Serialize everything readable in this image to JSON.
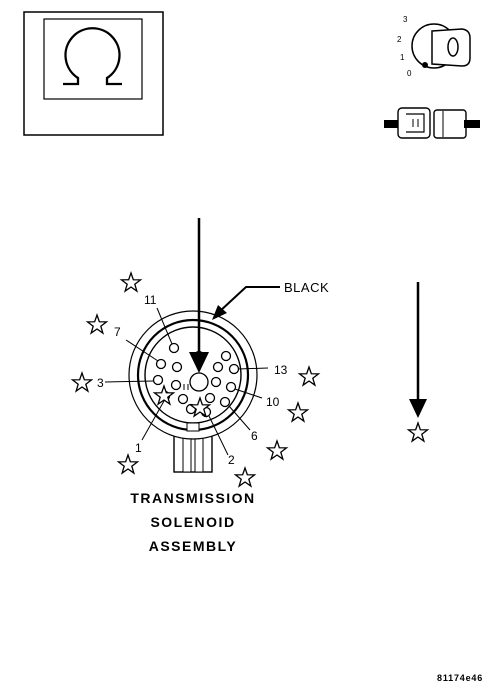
{
  "connector": {
    "callout_label": "BLACK",
    "title_lines": [
      "TRANSMISSION",
      "SOLENOID",
      "ASSEMBLY"
    ],
    "pin_labels": [
      "11",
      "7",
      "3",
      "1",
      "13",
      "10",
      "6",
      "2"
    ]
  },
  "ignition_key": {
    "positions": [
      "3",
      "2",
      "1",
      "0"
    ]
  },
  "figure_code": "81174e46",
  "icons": {
    "ohmmeter": "ohm-symbol-icon",
    "ignition": "ignition-key-icon",
    "disconnect": "connector-disconnect-icon",
    "probe": "star-probe-icon"
  }
}
